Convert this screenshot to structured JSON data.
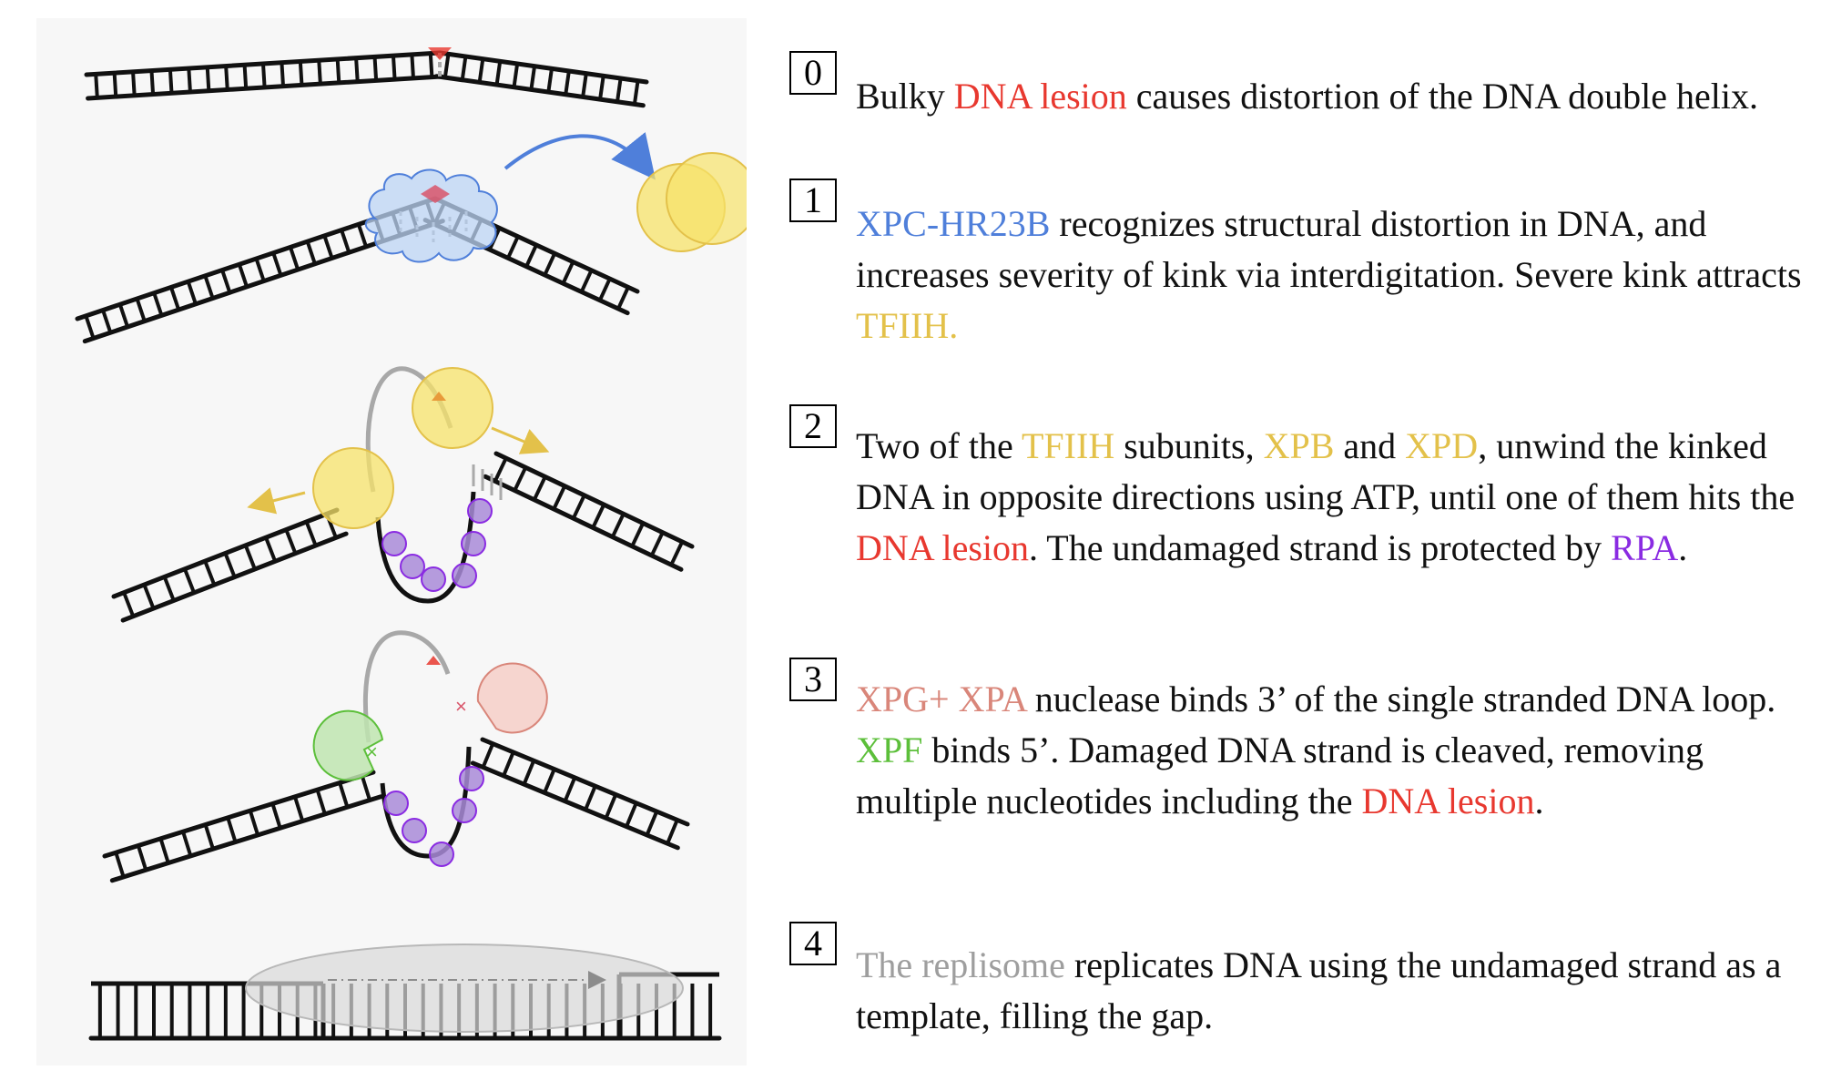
{
  "colors": {
    "red": "#e8382f",
    "blue": "#4f7fda",
    "gold": "#e3c14a",
    "purple": "#8a2be2",
    "salmon": "#d9867a",
    "green": "#5cbf3a",
    "gray": "#9e9e9e",
    "text": "#111111",
    "dna": "#111111",
    "xpc_fill": "#bcd4f4",
    "tfiih_fill": "#f7e36a",
    "rpa_fill": "#a98bd8",
    "xpg_fill": "#f6cfc8",
    "xpf_fill": "#bfe5b0",
    "replisome_fill": "#dcdcdc"
  },
  "steps": [
    {
      "number": "0",
      "segments": [
        {
          "text": "Bulky ",
          "color": "text"
        },
        {
          "text": "DNA lesion",
          "color": "red"
        },
        {
          "text": " causes distortion of the DNA double helix.",
          "color": "text"
        }
      ]
    },
    {
      "number": "1",
      "segments": [
        {
          "text": "XPC-HR23B",
          "color": "blue"
        },
        {
          "text": " recognizes structural distortion in DNA, and increases severity of kink via interdigitation. Severe kink attracts ",
          "color": "text"
        },
        {
          "text": "TFIIH.",
          "color": "gold"
        }
      ]
    },
    {
      "number": "2",
      "segments": [
        {
          "text": "Two of the ",
          "color": "text"
        },
        {
          "text": "TFIIH",
          "color": "gold"
        },
        {
          "text": " subunits, ",
          "color": "text"
        },
        {
          "text": "XPB",
          "color": "gold"
        },
        {
          "text": " and ",
          "color": "text"
        },
        {
          "text": "XPD",
          "color": "gold"
        },
        {
          "text": ", unwind the kinked DNA in opposite directions using ATP, until one of them hits the ",
          "color": "text"
        },
        {
          "text": "DNA lesion",
          "color": "red"
        },
        {
          "text": ". The undamaged strand is protected by ",
          "color": "text"
        },
        {
          "text": "RPA",
          "color": "purple"
        },
        {
          "text": ".",
          "color": "text"
        }
      ]
    },
    {
      "number": "3",
      "segments": [
        {
          "text": "XPG+ XPA",
          "color": "salmon"
        },
        {
          "text": " nuclease binds 3’ of the single stranded DNA loop. ",
          "color": "text"
        },
        {
          "text": "XPF",
          "color": "green"
        },
        {
          "text": " binds 5’. Damaged DNA strand is cleaved, removing multiple nucleotides including the ",
          "color": "text"
        },
        {
          "text": "DNA lesion",
          "color": "red"
        },
        {
          "text": ".",
          "color": "text"
        }
      ]
    },
    {
      "number": "4",
      "segments": [
        {
          "text": "The replisome",
          "color": "gray"
        },
        {
          "text": " replicates DNA using the undamaged strand as a template, filling the gap.",
          "color": "text"
        }
      ]
    }
  ]
}
